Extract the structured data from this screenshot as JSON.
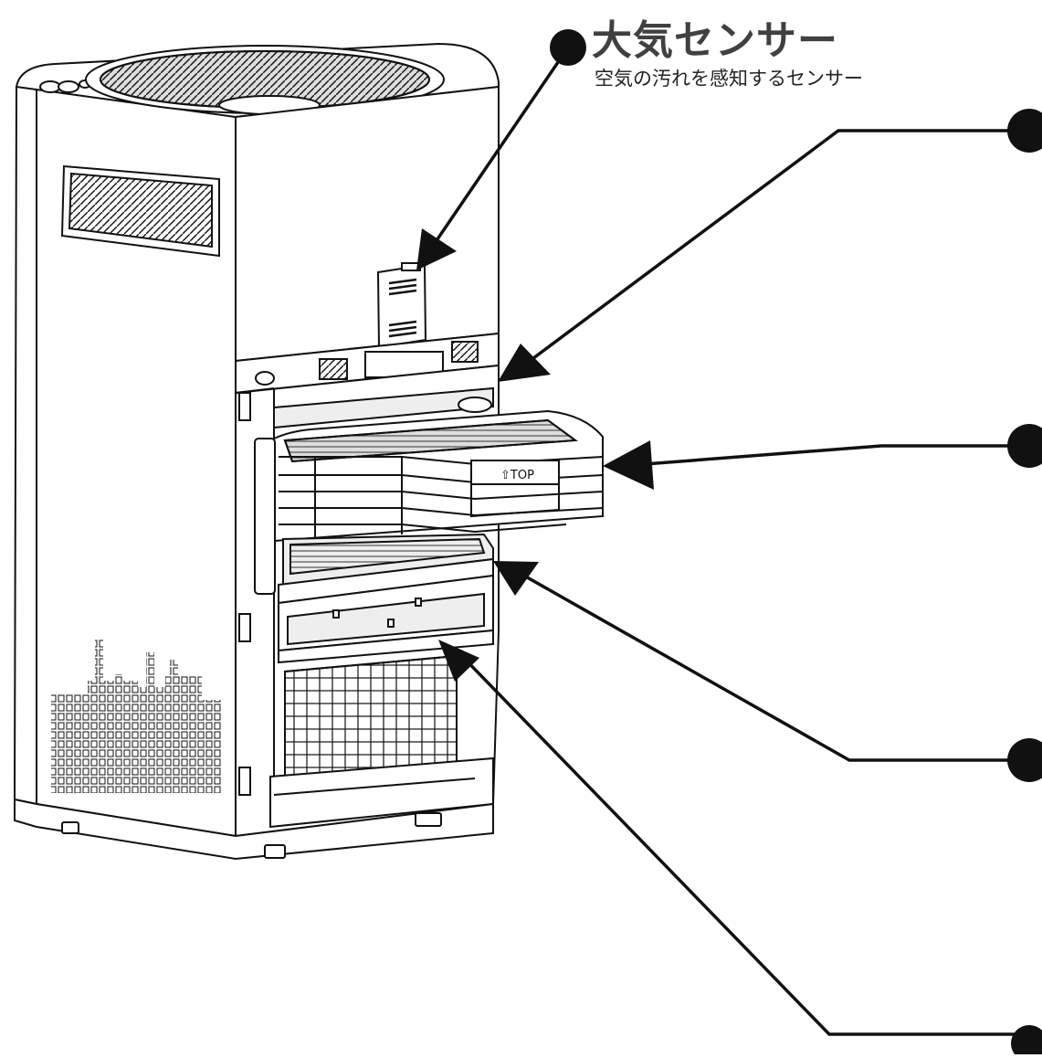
{
  "callouts": {
    "sensor": {
      "title": "大気センサー",
      "description": "空気の汚れを感知するセンサー"
    }
  },
  "product": {
    "tray_label": "⇧TOP"
  },
  "colors": {
    "line": "#111111",
    "title": "#404040",
    "fill": "#ffffff",
    "shade": "#e6e6e6"
  }
}
